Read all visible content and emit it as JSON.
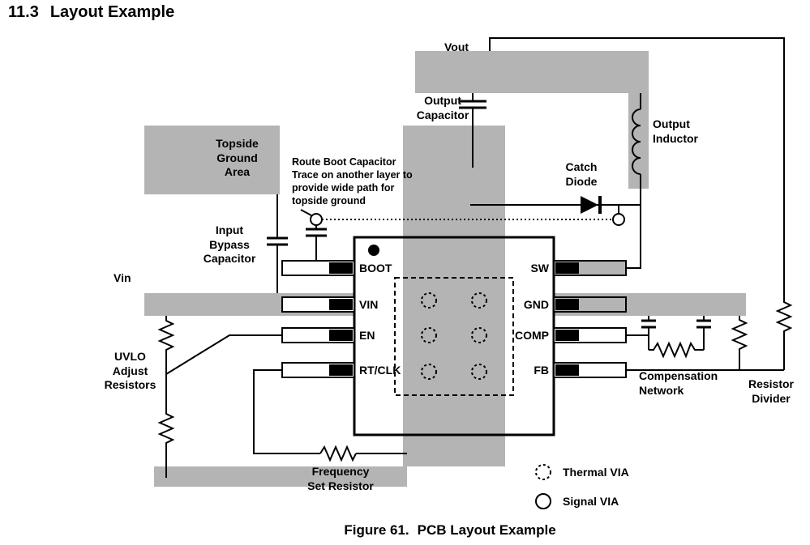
{
  "page": {
    "heading_number": "11.3",
    "heading_title": "Layout Example",
    "caption_prefix": "Figure 61.",
    "caption_text": "PCB Layout Example"
  },
  "colors": {
    "copper_gray": "#b4b4b4",
    "ink": "#000000"
  },
  "labels": {
    "vout": "Vout",
    "output_capacitor": "Output\nCapacitor",
    "output_inductor": "Output\nInductor",
    "catch_diode": "Catch\nDiode",
    "topside_ground_area": "Topside\nGround\nArea",
    "boot_route_note": "Route Boot Capacitor\nTrace on another layer to\nprovide wide path for\ntopside ground",
    "input_bypass_capacitor": "Input\nBypass\nCapacitor",
    "vin": "Vin",
    "uvlo_adjust_resistors": "UVLO\nAdjust\nResistors",
    "frequency_set_resistor": "Frequency\nSet Resistor",
    "compensation_network": "Compensation\nNetwork",
    "resistor_divider": "Resistor\nDivider"
  },
  "ic": {
    "pins_left": [
      "BOOT",
      "VIN",
      "EN",
      "RT/CLK"
    ],
    "pins_right": [
      "SW",
      "GND",
      "COMP",
      "FB"
    ]
  },
  "legend": {
    "thermal_via": "Thermal VIA",
    "signal_via": "Signal VIA"
  }
}
